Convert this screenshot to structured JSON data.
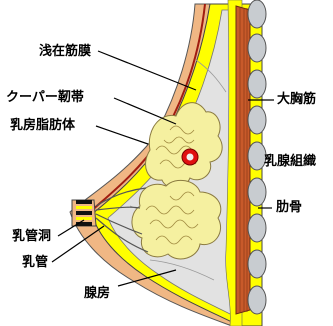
{
  "labels": {
    "superficial_fascia": "浅在筋膜",
    "coopers_ligament": "クーパー靭帯",
    "breast_fat": "乳房脂肪体",
    "pectoralis_major": "大胸筋",
    "mammary_tissue": "乳腺組織",
    "rib": "肋骨",
    "lactiferous_sinus": "乳管洞",
    "lactiferous_duct": "乳管",
    "gland_lobule": "腺房"
  },
  "colors": {
    "skin": "#F0B784",
    "fat": "#FFFF00",
    "fascia": "#A01C10",
    "muscle": "#C85A2A",
    "gland": "#F5F0A0",
    "rib": "#C8CCD0",
    "background_tissue": "#E2E2E2",
    "lesion": "#E01010"
  }
}
